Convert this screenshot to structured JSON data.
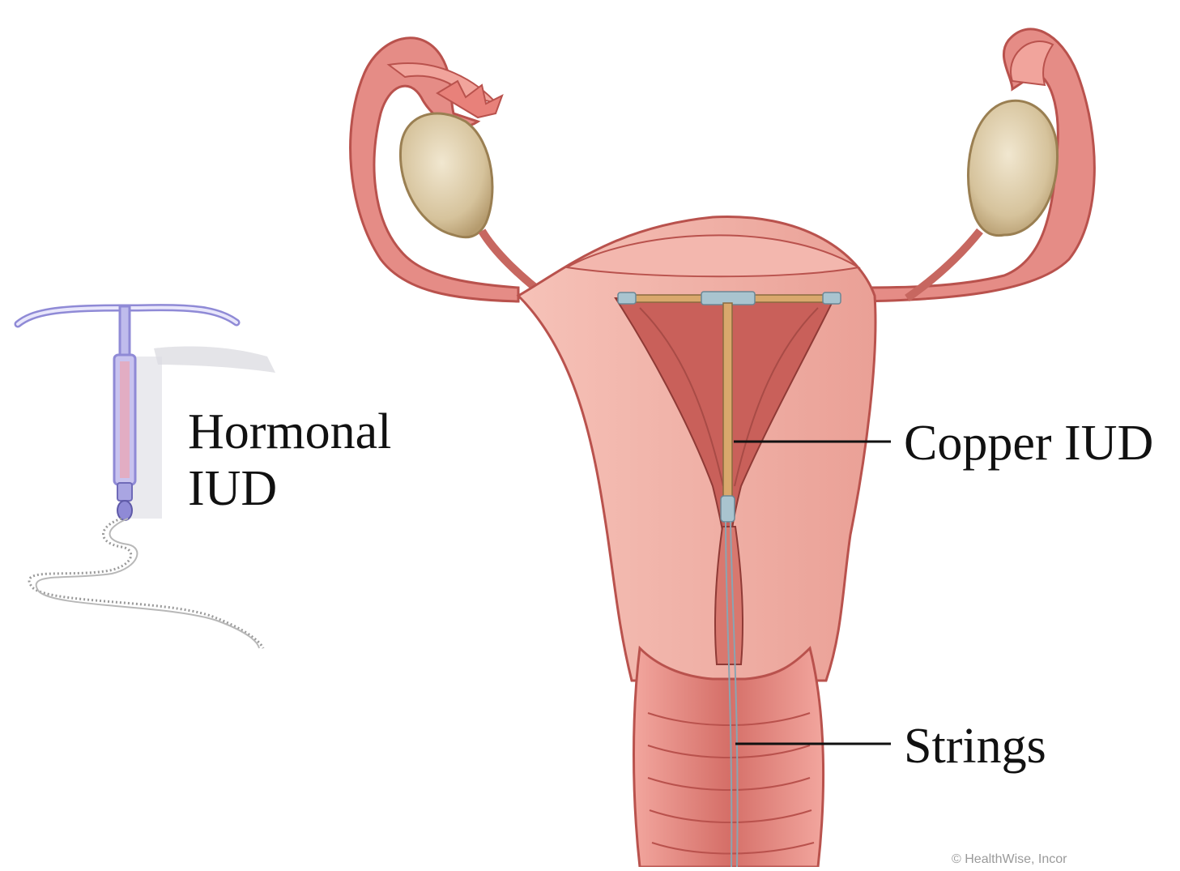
{
  "labels": {
    "hormonal_line1": "Hormonal",
    "hormonal_line2": "IUD",
    "copper": "Copper IUD",
    "strings": "Strings"
  },
  "watermark": "© HealthWise, Incor",
  "colors": {
    "tissue": "#e7908c",
    "tissue_light": "#f3b7ae",
    "tissue_dark": "#b9524d",
    "cavity": "#c9605a",
    "ovary": "#d8c7a4",
    "iud_hormonal": "#8f8ad6",
    "iud_copper": "#d9a86c",
    "iud_caps": "#a9c4cf"
  },
  "icons": [
    "hormonal-iud-icon",
    "copper-iud-icon",
    "uterus-illustration"
  ]
}
